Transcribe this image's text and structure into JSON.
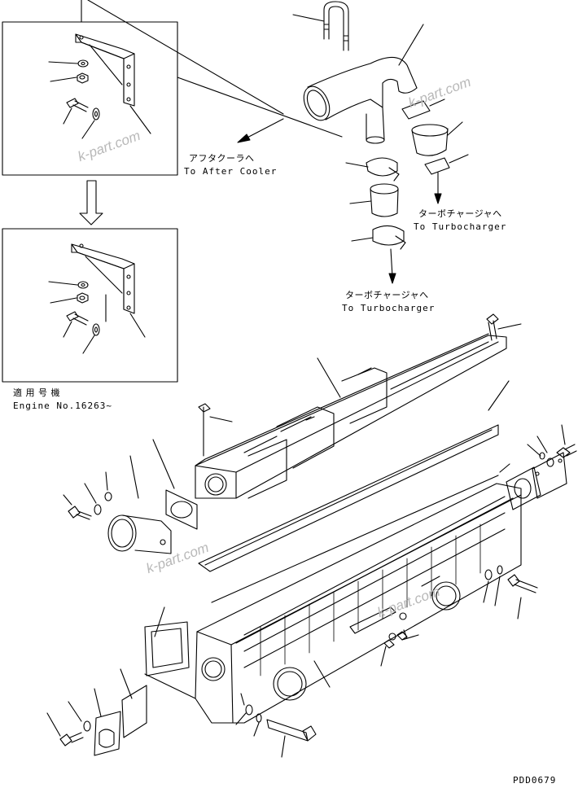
{
  "labels": {
    "after_cooler_jp": "アフタクーラへ",
    "after_cooler_en": "To After Cooler",
    "turbo1_jp": "ターボチャージャへ",
    "turbo1_en": "To Turbocharger",
    "turbo2_jp": "ターボチャージャへ",
    "turbo2_en": "To Turbocharger",
    "applicable_jp": "適 用 号 機",
    "engine_no": "Engine No.16263~"
  },
  "drawing_code": "PDD0679",
  "watermark": "k-part.com",
  "line_color": "#000000",
  "watermark_color": "#b8b8b8"
}
